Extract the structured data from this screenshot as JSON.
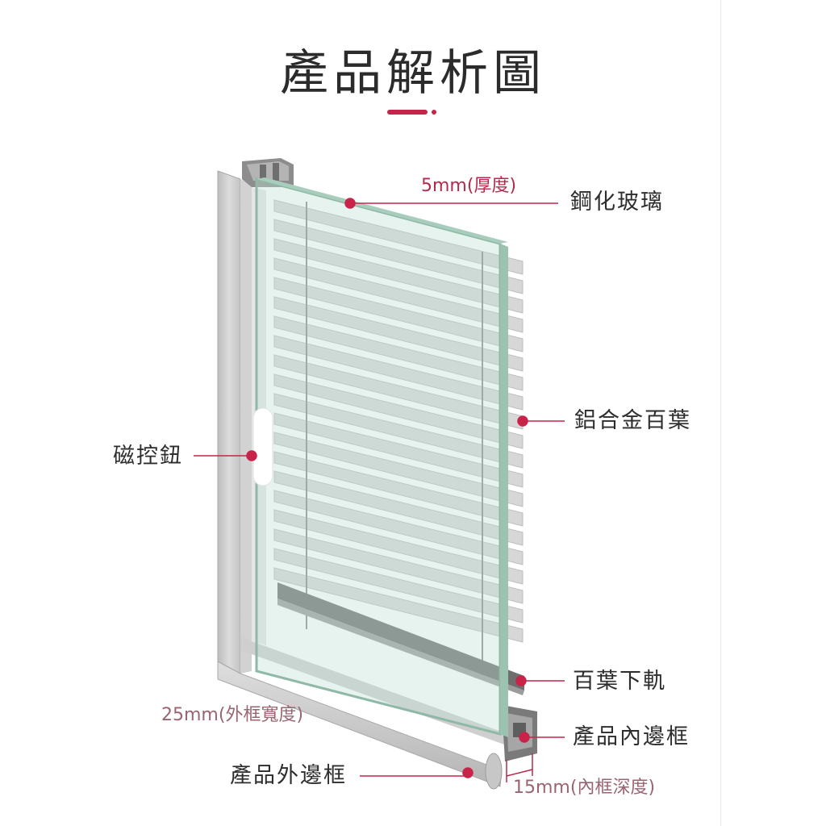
{
  "title": "產品解析圖",
  "colors": {
    "accent": "#c8244a",
    "frame": "#c9c9c9",
    "glass": "#bfd8cc",
    "slat": "#d8d8d8"
  },
  "labels": {
    "glass_thickness": "5mm(厚度)",
    "tempered_glass": "鋼化玻璃",
    "aluminum_blinds": "鋁合金百葉",
    "magnetic_knob": "磁控鈕",
    "bottom_rail": "百葉下軌",
    "inner_frame": "產品內邊框",
    "frame_width": "25mm(外框寬度)",
    "outer_frame": "產品外邊框",
    "inner_depth": "15mm(內框深度)"
  }
}
